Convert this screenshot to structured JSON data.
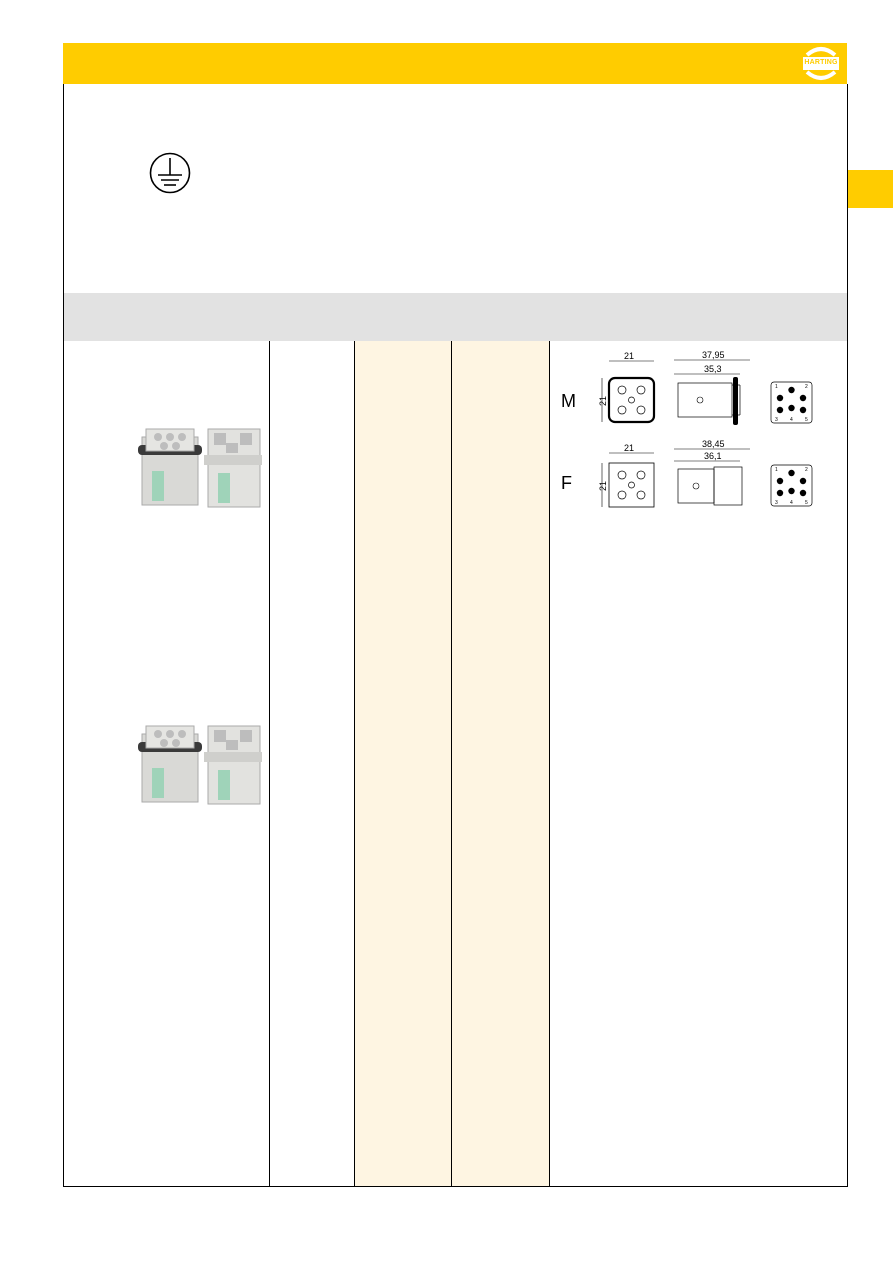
{
  "header": {
    "brand_color": "#ffcc00",
    "logo_text": "HARTING"
  },
  "symbol": {
    "icon": "protective-earth-icon"
  },
  "drawings": {
    "male": {
      "letter": "M",
      "front_width": "21",
      "front_height": "21",
      "length_total": "37,95",
      "length_inner": "35,3",
      "pin_numbers": [
        "1",
        "2",
        "3",
        "4",
        "5"
      ]
    },
    "female": {
      "letter": "F",
      "front_width": "21",
      "front_height": "21",
      "length_total": "38,45",
      "length_inner": "36,1",
      "pin_numbers": [
        "1",
        "2",
        "3",
        "4",
        "5"
      ]
    }
  },
  "colors": {
    "grey_band": "#e2e2e2",
    "cream_column": "#fef5e2"
  }
}
